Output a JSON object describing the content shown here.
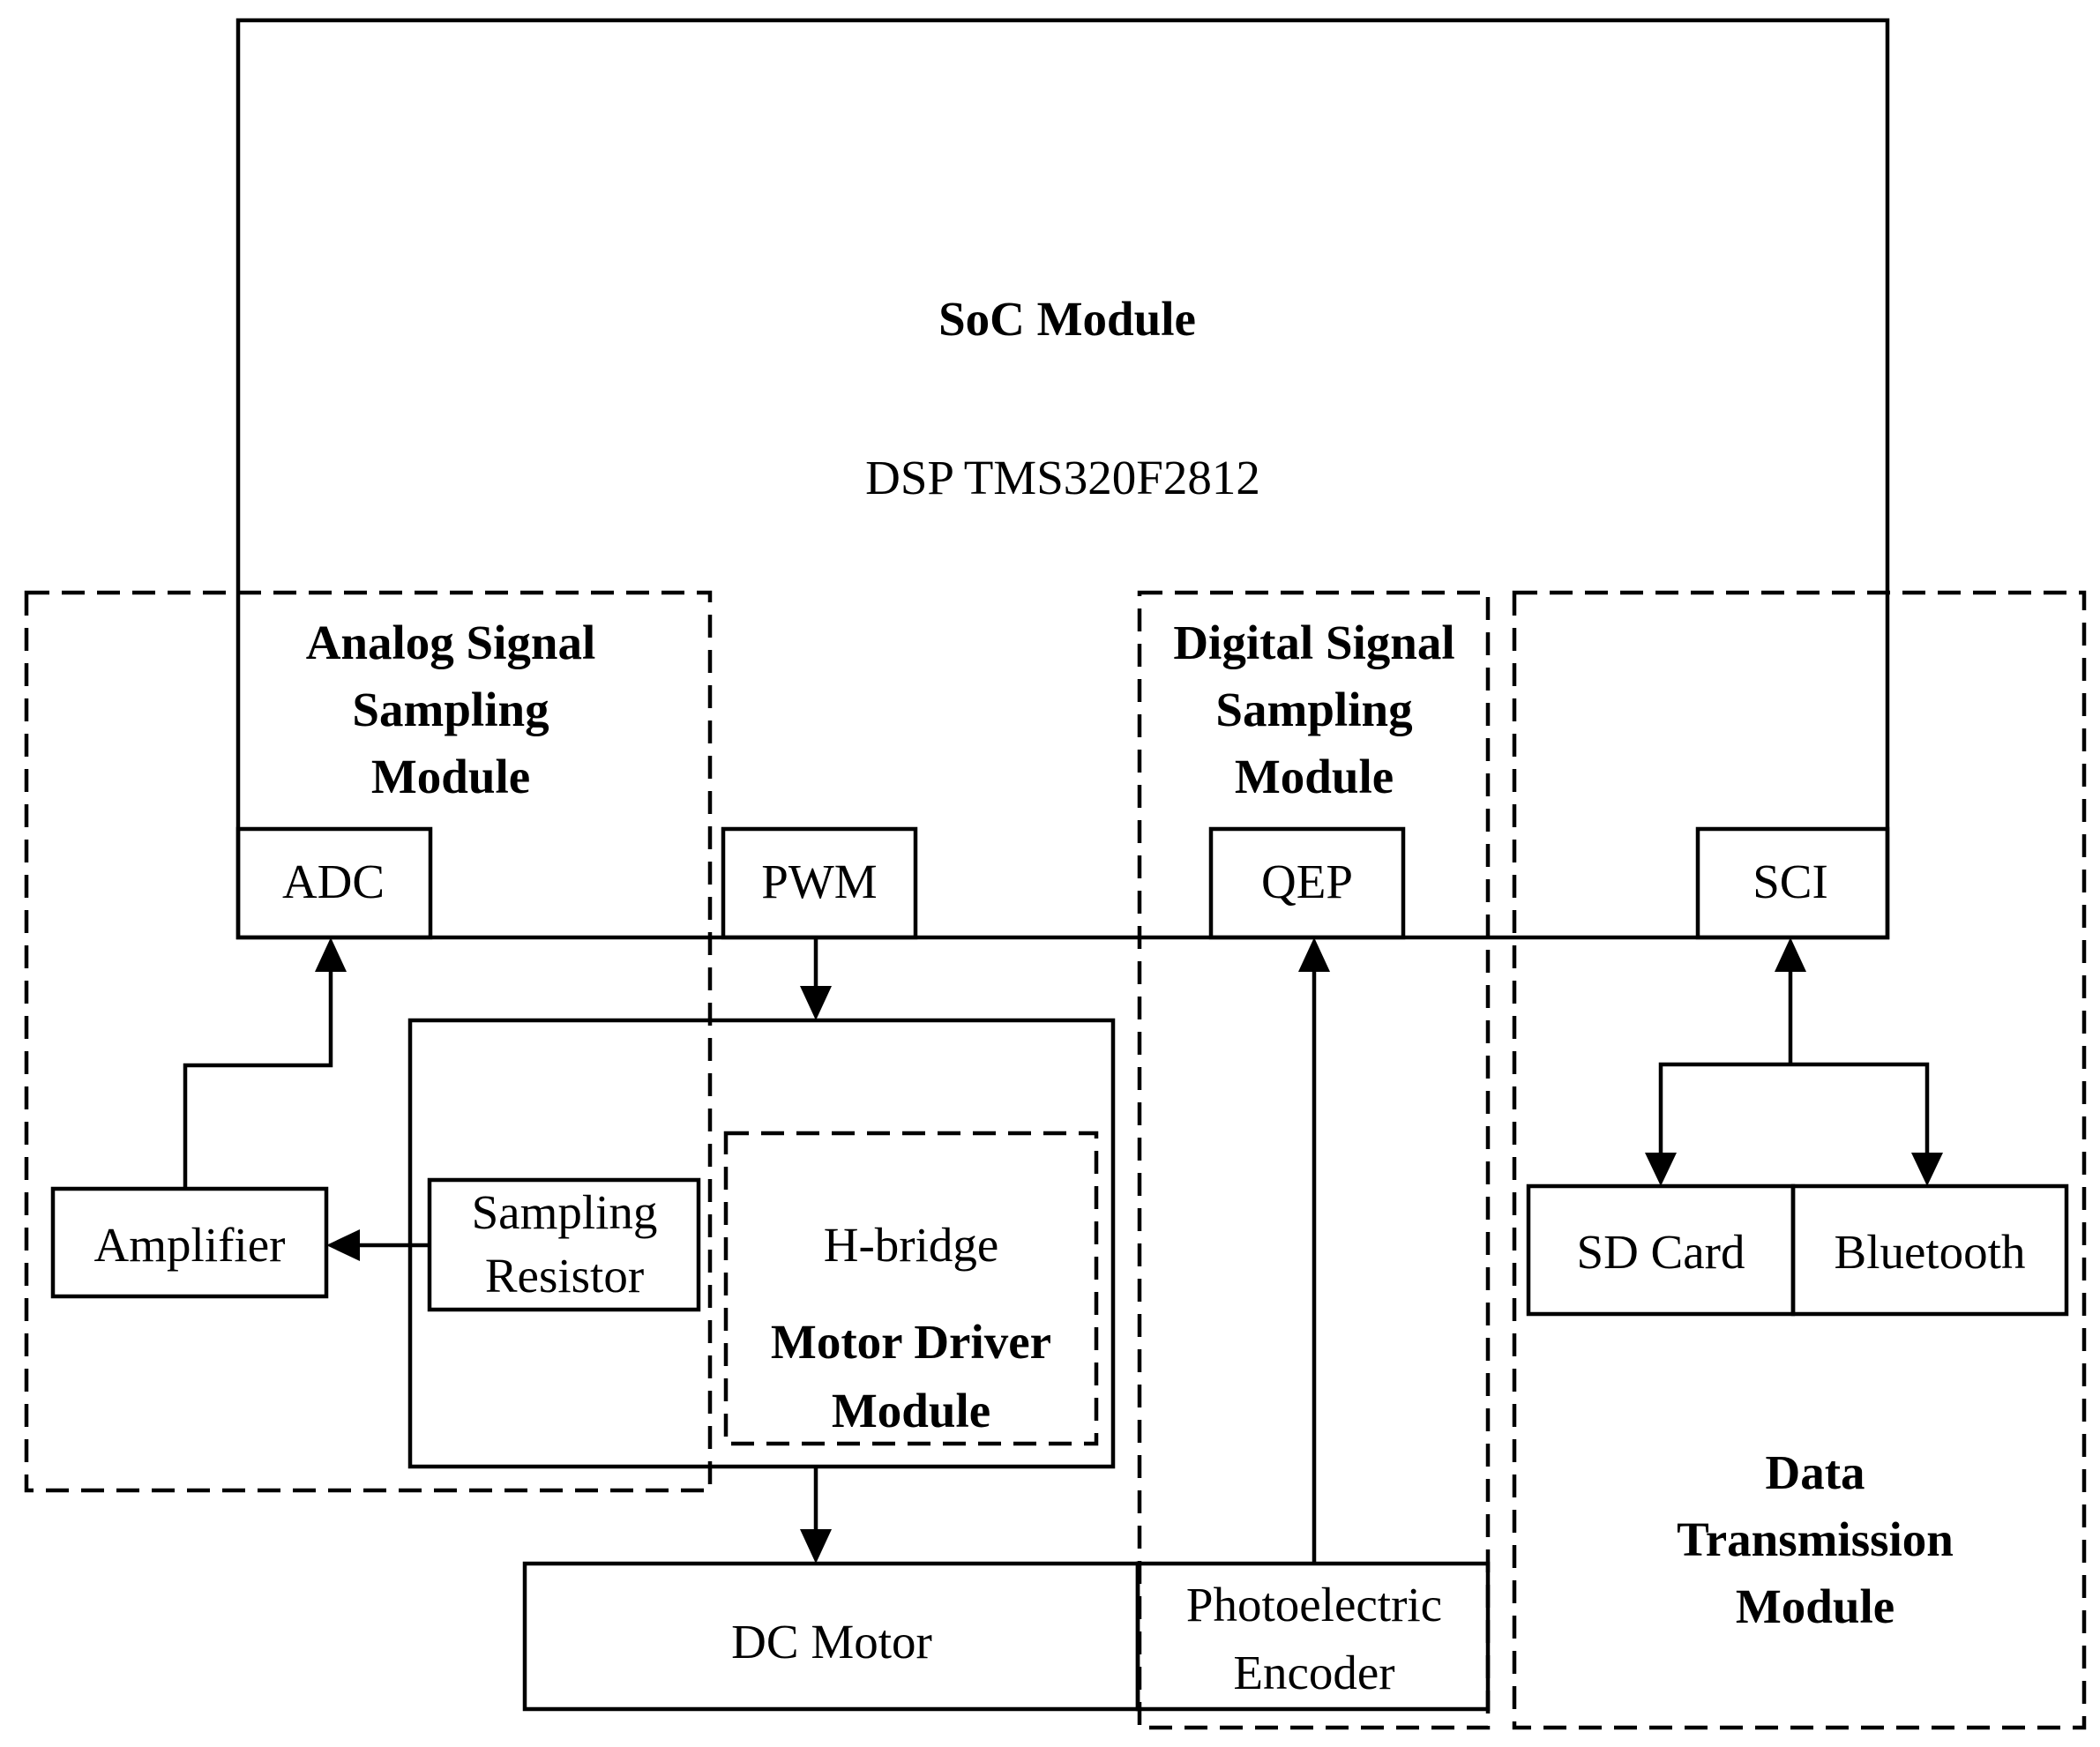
{
  "soc": {
    "title": "SoC Module",
    "chip": "DSP TMS320F2812"
  },
  "ports": {
    "adc": "ADC",
    "pwm": "PWM",
    "qep": "QEP",
    "sci": "SCI"
  },
  "analog": {
    "line1": "Analog Signal",
    "line2": "Sampling",
    "line3": "Module"
  },
  "digital": {
    "line1": "Digital Signal",
    "line2": "Sampling",
    "line3": "Module"
  },
  "motor_driver": {
    "hbridge": "H-bridge",
    "line1": "Motor Driver",
    "line2": "Module"
  },
  "components": {
    "amplifier": "Amplifier",
    "sampling_resistor_1": "Sampling",
    "sampling_resistor_2": "Resistor",
    "dc_motor": "DC Motor",
    "encoder_1": "Photoelectric",
    "encoder_2": "Encoder",
    "sd_card": "SD Card",
    "bluetooth": "Bluetooth"
  },
  "data_transmission": {
    "line1": "Data",
    "line2": "Transmission",
    "line3": "Module"
  }
}
